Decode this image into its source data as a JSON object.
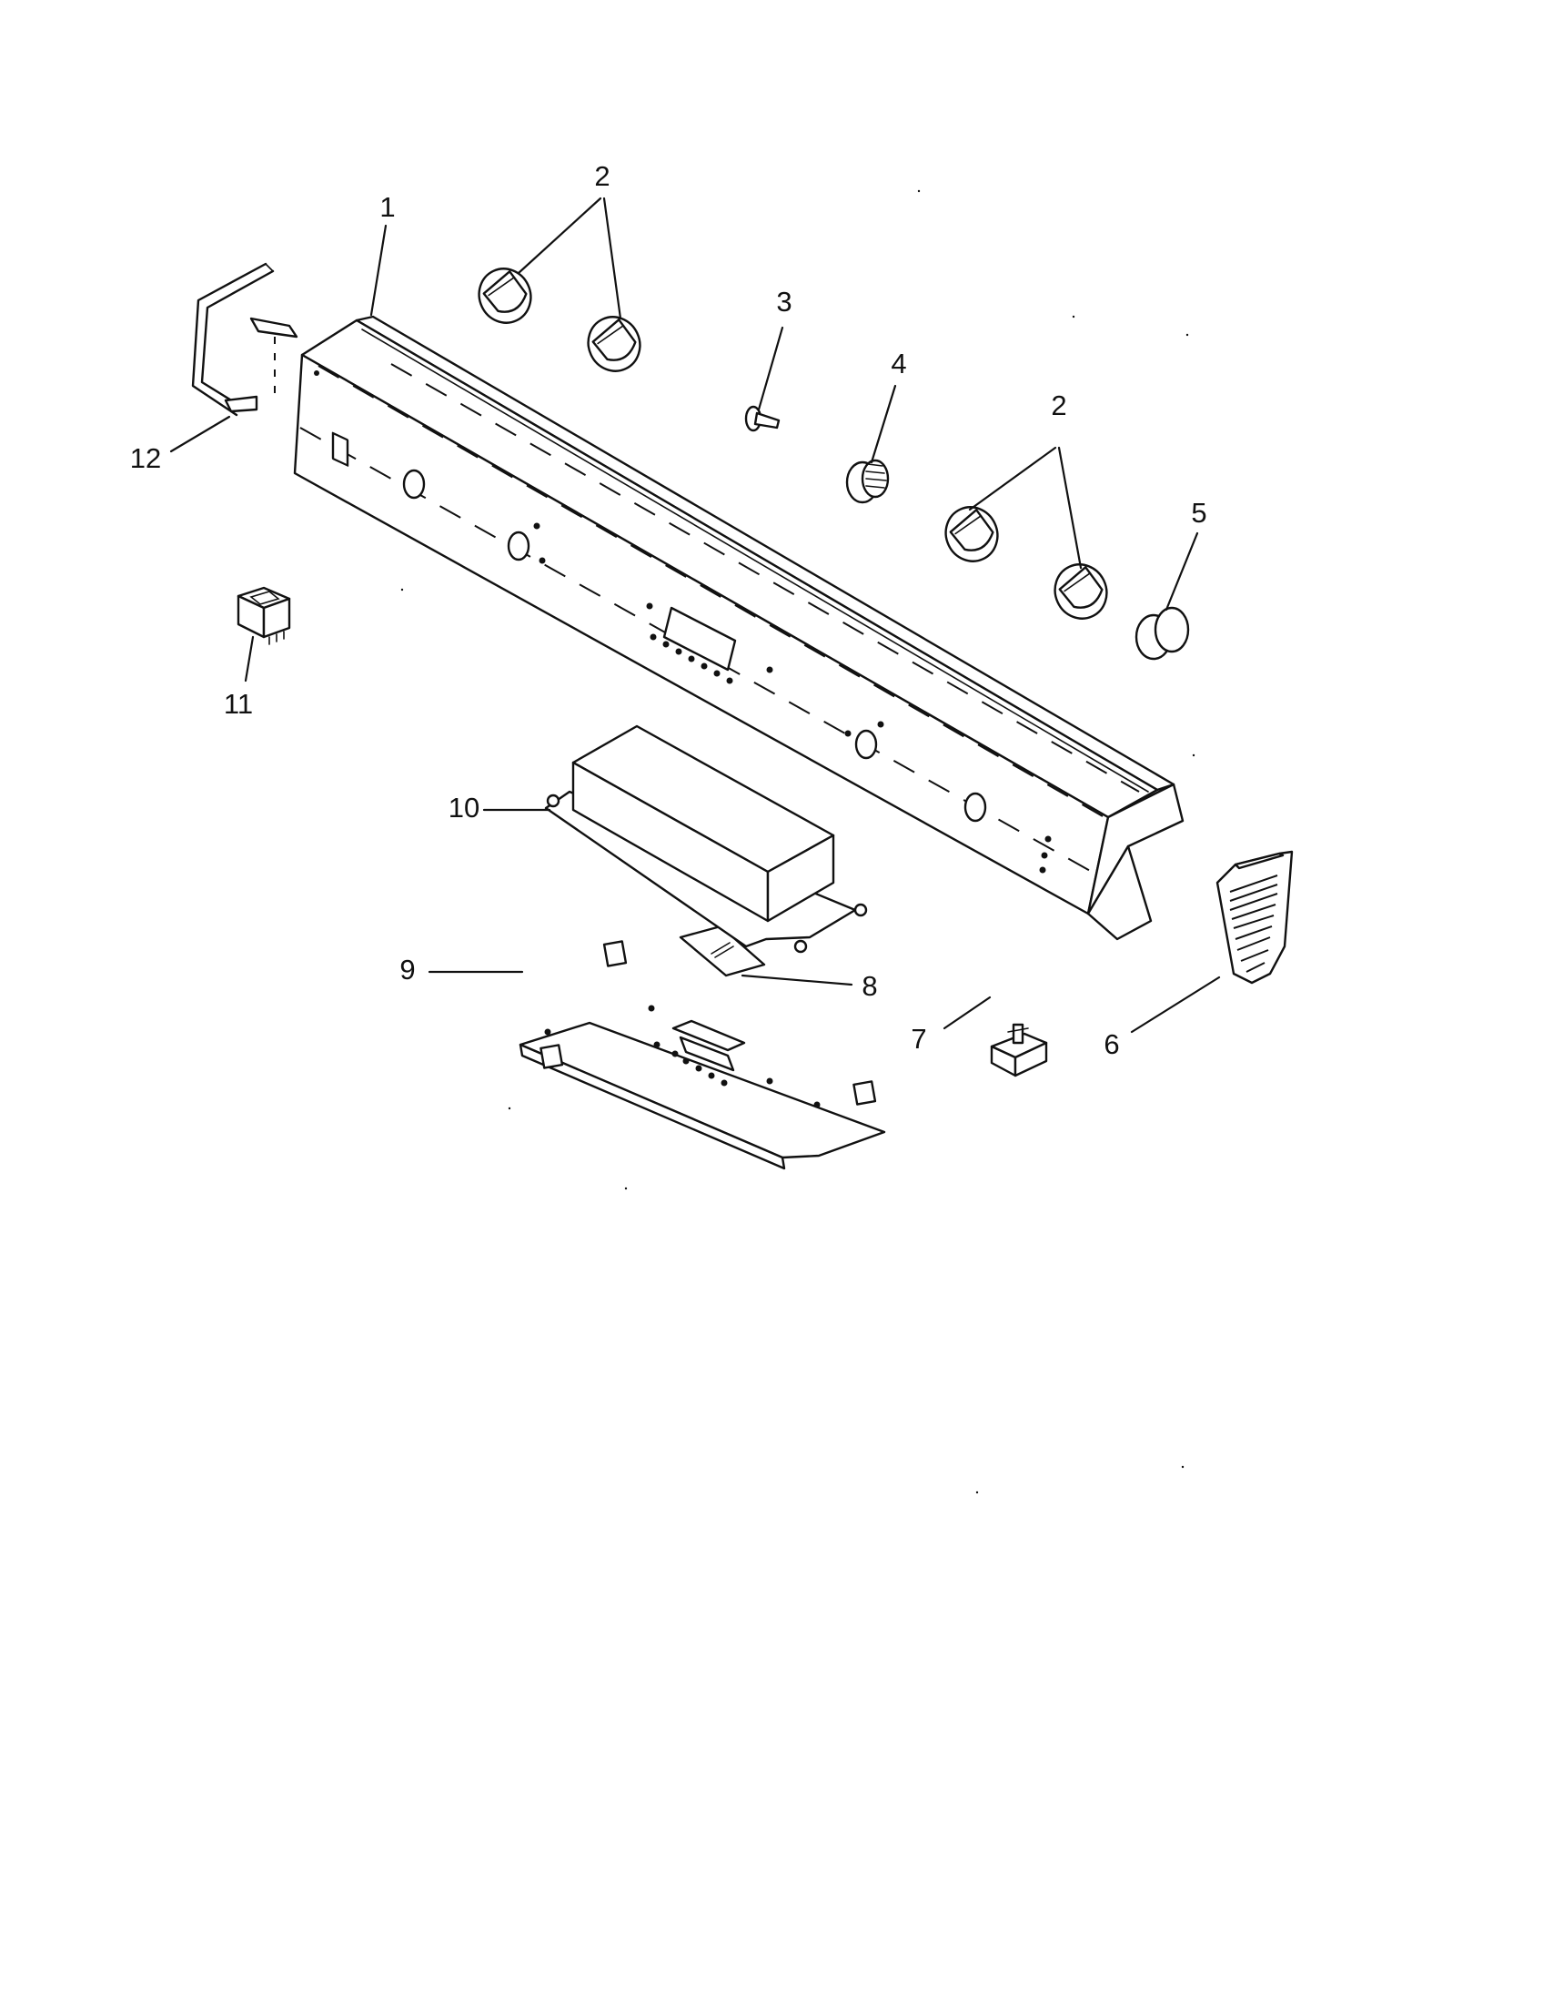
{
  "callouts": [
    {
      "id": "1",
      "label": "1"
    },
    {
      "id": "2a",
      "label": "2"
    },
    {
      "id": "2b",
      "label": "2"
    },
    {
      "id": "3",
      "label": "3"
    },
    {
      "id": "4",
      "label": "4"
    },
    {
      "id": "5",
      "label": "5"
    },
    {
      "id": "6",
      "label": "6"
    },
    {
      "id": "7",
      "label": "7"
    },
    {
      "id": "8",
      "label": "8"
    },
    {
      "id": "9",
      "label": "9"
    },
    {
      "id": "10",
      "label": "10"
    },
    {
      "id": "11",
      "label": "11"
    },
    {
      "id": "12",
      "label": "12"
    }
  ],
  "colors": {
    "line": "#111111",
    "background": "#ffffff"
  }
}
